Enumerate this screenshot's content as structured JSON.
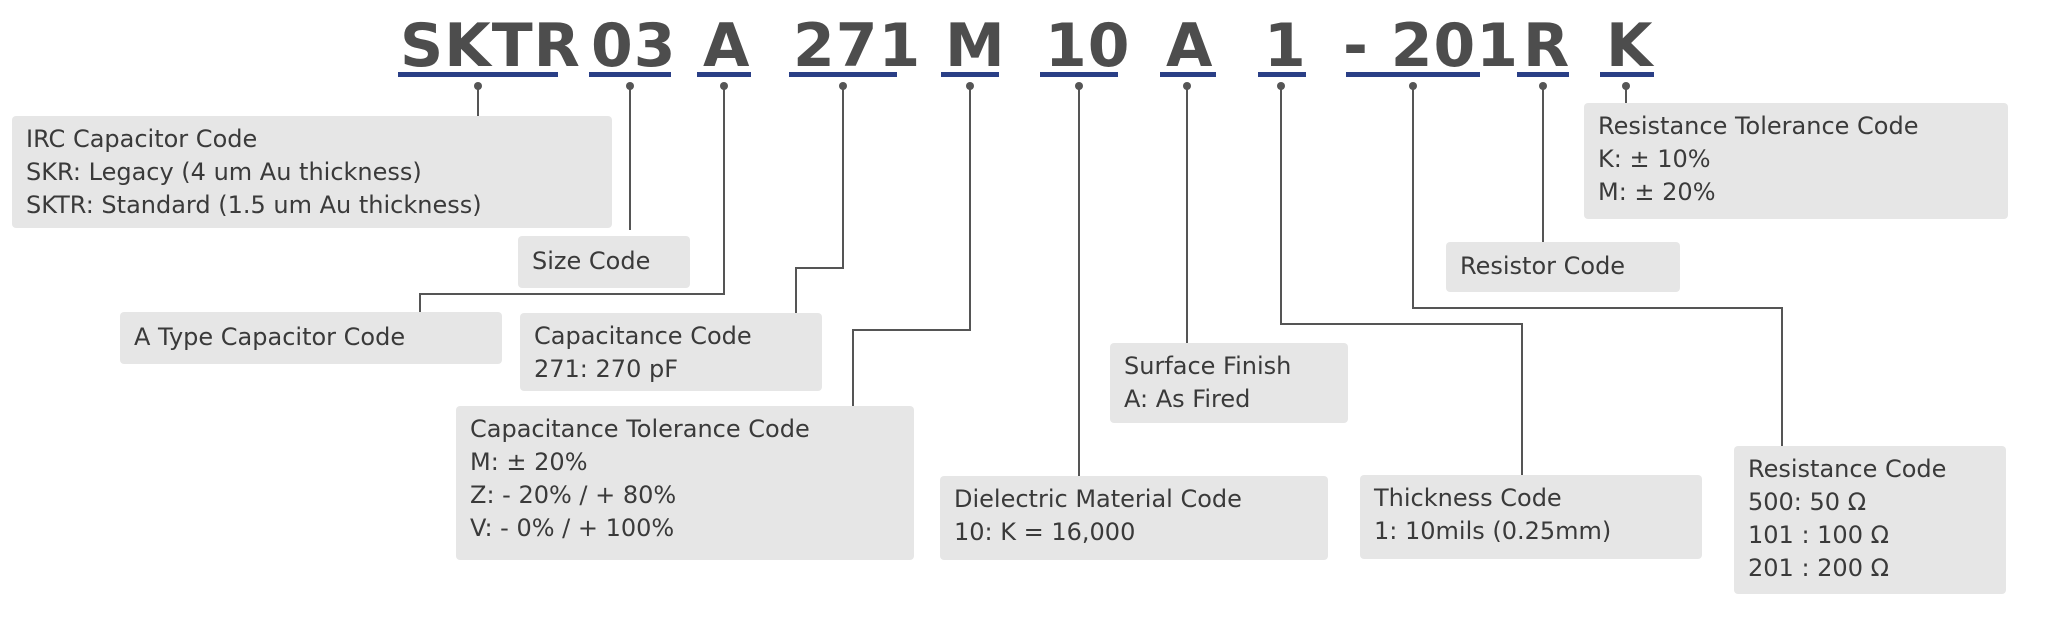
{
  "part_number": {
    "segments": [
      "SKTR",
      "03",
      "A",
      "271",
      "M",
      "10",
      "A",
      "1",
      "- 201",
      "R",
      "K"
    ]
  },
  "codes": {
    "irc": {
      "title": "IRC Capacitor Code",
      "lines": [
        "SKR:  Legacy (4 um Au thickness)",
        "SKTR:  Standard (1.5 um Au thickness)"
      ]
    },
    "size": {
      "title": "Size Code"
    },
    "a_type": {
      "title": "A Type Capacitor Code"
    },
    "capacitance": {
      "title": "Capacitance Code",
      "lines": [
        "271:  270 pF"
      ]
    },
    "cap_tolerance": {
      "title": "Capacitance Tolerance Code",
      "lines": [
        "M:  ± 20%",
        "Z:  - 20% / + 80%",
        "V:  - 0% / + 100%"
      ]
    },
    "dielectric": {
      "title": "Dielectric Material Code",
      "lines": [
        "10:  K = 16,000"
      ]
    },
    "surface": {
      "title": "Surface Finish",
      "lines": [
        "A:  As Fired"
      ]
    },
    "thickness": {
      "title": "Thickness Code",
      "lines": [
        "1:  10mils (0.25mm)"
      ]
    },
    "resistor": {
      "title": "Resistor Code"
    },
    "resistance": {
      "title": "Resistance Code",
      "lines": [
        "500:  50 Ω",
        "101 :  100 Ω",
        "201 :  200 Ω"
      ]
    },
    "res_tolerance": {
      "title": "Resistance Tolerance Code",
      "lines": [
        "K:  ± 10%",
        "M:  ± 20%"
      ]
    }
  },
  "colors": {
    "underline": "#2a3f86",
    "box_fill": "#e6e6e6",
    "connector": "#555555",
    "code_text": "#4d4d4d"
  }
}
